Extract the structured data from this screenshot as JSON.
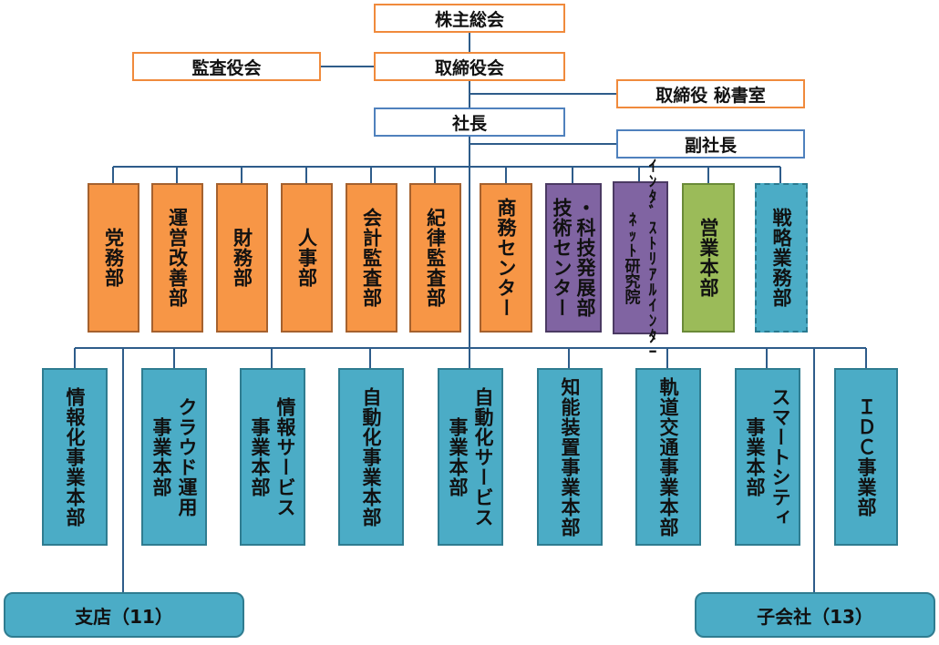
{
  "top": {
    "shareholders": "株主総会",
    "auditors": "監査役会",
    "board": "取締役会",
    "secretariat": "取締役 秘書室",
    "president": "社長",
    "vice_president": "副社長"
  },
  "departments": [
    {
      "label": "党務部",
      "color": "orange"
    },
    {
      "label": "運営改善部",
      "color": "orange"
    },
    {
      "label": "財務部",
      "color": "orange"
    },
    {
      "label": "人事部",
      "color": "orange"
    },
    {
      "label": "会計監査部",
      "color": "orange"
    },
    {
      "label": "紀律監査部",
      "color": "orange"
    },
    {
      "label": "商務センター",
      "color": "orange"
    },
    {
      "label": "・科技発展部\n技術センター",
      "color": "purple"
    },
    {
      "label": "ｲﾝﾀﾞｽﾄﾘｱﾙｲﾝﾀｰ\nﾈｯﾄ研究院",
      "color": "purple"
    },
    {
      "label": "営業本部",
      "color": "green"
    },
    {
      "label": "戦略業務部",
      "color": "teal-dashed"
    }
  ],
  "business_units": [
    {
      "label": "情報化事業本部"
    },
    {
      "label": "クラウド運用\n事業本部"
    },
    {
      "label": "情報サービス\n事業本部"
    },
    {
      "label": "自動化事業本部"
    },
    {
      "label": "自動化サービス\n事業本部"
    },
    {
      "label": "知能装置事業本部"
    },
    {
      "label": "軌道交通事業本部"
    },
    {
      "label": "スマートシティ\n事業本部"
    },
    {
      "label": "ＩＤＣ事業部"
    }
  ],
  "branches": "支店（11）",
  "subsidiaries": "子会社（13）",
  "colors": {
    "orange": "#f79646",
    "purple": "#8064a2",
    "green": "#9bbb59",
    "teal": "#4bacc6",
    "line": "#2e5c8a",
    "accent_border": "#f08a3c"
  }
}
